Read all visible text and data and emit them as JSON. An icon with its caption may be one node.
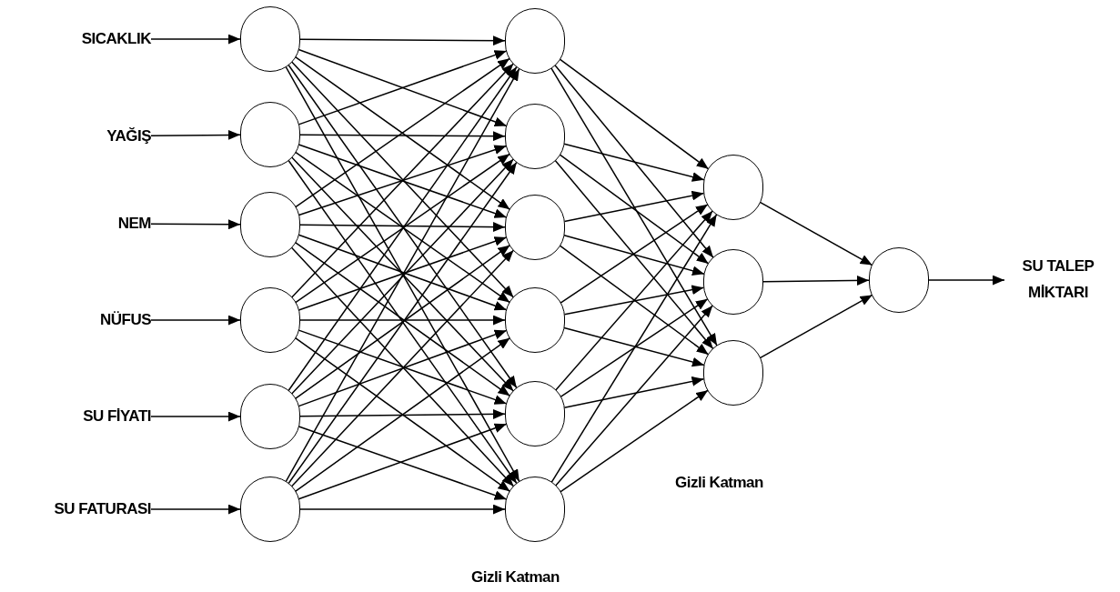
{
  "diagram": {
    "nodes": [
      {
        "text": [
          "SICAKLIK"
        ]
      },
      {
        "text": [
          "YAĞIŞ"
        ]
      },
      {
        "text": [
          "NEM"
        ]
      },
      {
        "text": [
          "NÜFUS"
        ]
      },
      {
        "text": [
          "SU FİYATI"
        ]
      },
      {
        "text": [
          "SU FATURASI"
        ]
      },
      {
        "text": [],
        "shape": "circle"
      },
      {
        "text": [],
        "shape": "circle"
      },
      {
        "text": [],
        "shape": "circle"
      },
      {
        "text": [],
        "shape": "circle"
      },
      {
        "text": [],
        "shape": "circle"
      },
      {
        "text": [],
        "shape": "circle"
      },
      {
        "text": [],
        "shape": "circle"
      },
      {
        "text": [],
        "shape": "circle"
      },
      {
        "text": [],
        "shape": "circle"
      },
      {
        "text": [],
        "shape": "circle"
      },
      {
        "text": [],
        "shape": "circle"
      },
      {
        "text": [],
        "shape": "circle"
      },
      {
        "text": [],
        "shape": "circle"
      },
      {
        "text": [],
        "shape": "circle"
      },
      {
        "text": [],
        "shape": "circle"
      },
      {
        "text": [],
        "shape": "circle"
      },
      {
        "text": [
          "SU TALEP MİKTARI"
        ]
      }
    ],
    "edges": [
      {
        "from": 0,
        "to": 6,
        "arrow": "to"
      },
      {
        "from": 1,
        "to": 7,
        "arrow": "to"
      },
      {
        "from": 2,
        "to": 8,
        "arrow": "to"
      },
      {
        "from": 3,
        "to": 9,
        "arrow": "to"
      },
      {
        "from": 4,
        "to": 10,
        "arrow": "to"
      },
      {
        "from": 5,
        "to": 11,
        "arrow": "to"
      },
      {
        "from": 6,
        "to": 12,
        "arrow": "to"
      },
      {
        "from": 6,
        "to": 13,
        "arrow": "to"
      },
      {
        "from": 6,
        "to": 14,
        "arrow": "to"
      },
      {
        "from": 6,
        "to": 15,
        "arrow": "to"
      },
      {
        "from": 6,
        "to": 16,
        "arrow": "to"
      },
      {
        "from": 6,
        "to": 17,
        "arrow": "to"
      },
      {
        "from": 7,
        "to": 12,
        "arrow": "to"
      },
      {
        "from": 7,
        "to": 13,
        "arrow": "to"
      },
      {
        "from": 7,
        "to": 14,
        "arrow": "to"
      },
      {
        "from": 7,
        "to": 15,
        "arrow": "to"
      },
      {
        "from": 7,
        "to": 16,
        "arrow": "to"
      },
      {
        "from": 7,
        "to": 17,
        "arrow": "to"
      },
      {
        "from": 8,
        "to": 12,
        "arrow": "to"
      },
      {
        "from": 8,
        "to": 13,
        "arrow": "to"
      },
      {
        "from": 8,
        "to": 14,
        "arrow": "to"
      },
      {
        "from": 8,
        "to": 15,
        "arrow": "to"
      },
      {
        "from": 8,
        "to": 16,
        "arrow": "to"
      },
      {
        "from": 8,
        "to": 17,
        "arrow": "to"
      },
      {
        "from": 9,
        "to": 12,
        "arrow": "to"
      },
      {
        "from": 9,
        "to": 13,
        "arrow": "to"
      },
      {
        "from": 9,
        "to": 14,
        "arrow": "to"
      },
      {
        "from": 9,
        "to": 15,
        "arrow": "to"
      },
      {
        "from": 9,
        "to": 16,
        "arrow": "to"
      },
      {
        "from": 9,
        "to": 17,
        "arrow": "to"
      },
      {
        "from": 10,
        "to": 12,
        "arrow": "to"
      },
      {
        "from": 10,
        "to": 13,
        "arrow": "to"
      },
      {
        "from": 10,
        "to": 14,
        "arrow": "to"
      },
      {
        "from": 10,
        "to": 15,
        "arrow": "to"
      },
      {
        "from": 10,
        "to": 16,
        "arrow": "to"
      },
      {
        "from": 10,
        "to": 17,
        "arrow": "to"
      },
      {
        "from": 11,
        "to": 12,
        "arrow": "to"
      },
      {
        "from": 11,
        "to": 13,
        "arrow": "to"
      },
      {
        "from": 11,
        "to": 14,
        "arrow": "to"
      },
      {
        "from": 11,
        "to": 15,
        "arrow": "to"
      },
      {
        "from": 11,
        "to": 16,
        "arrow": "to"
      },
      {
        "from": 11,
        "to": 17,
        "arrow": "to"
      },
      {
        "from": 12,
        "to": 18,
        "arrow": "to"
      },
      {
        "from": 12,
        "to": 19,
        "arrow": "to"
      },
      {
        "from": 12,
        "to": 20,
        "arrow": "to"
      },
      {
        "from": 13,
        "to": 18,
        "arrow": "to"
      },
      {
        "from": 13,
        "to": 19,
        "arrow": "to"
      },
      {
        "from": 13,
        "to": 20,
        "arrow": "to"
      },
      {
        "from": 14,
        "to": 18,
        "arrow": "to"
      },
      {
        "from": 14,
        "to": 19,
        "arrow": "to"
      },
      {
        "from": 14,
        "to": 20,
        "arrow": "to"
      },
      {
        "from": 15,
        "to": 18,
        "arrow": "to"
      },
      {
        "from": 15,
        "to": 19,
        "arrow": "to"
      },
      {
        "from": 15,
        "to": 20,
        "arrow": "to"
      },
      {
        "from": 16,
        "to": 18,
        "arrow": "to"
      },
      {
        "from": 16,
        "to": 19,
        "arrow": "to"
      },
      {
        "from": 16,
        "to": 20,
        "arrow": "to"
      },
      {
        "from": 17,
        "to": 18,
        "arrow": "to"
      },
      {
        "from": 17,
        "to": 19,
        "arrow": "to"
      },
      {
        "from": 17,
        "to": 20,
        "arrow": "to"
      },
      {
        "from": 18,
        "to": 21,
        "arrow": "to"
      },
      {
        "from": 19,
        "to": 21,
        "arrow": "to"
      },
      {
        "from": 20,
        "to": 21,
        "arrow": "to"
      },
      {
        "from": 21,
        "to": 22,
        "arrow": "to"
      }
    ],
    "labels": [
      "Gizli Katman",
      "Gizli Katman"
    ]
  }
}
